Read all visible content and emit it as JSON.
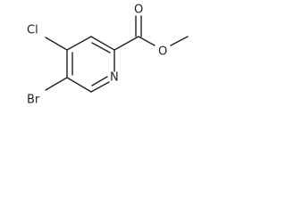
{
  "molecule": {
    "atoms": {
      "chlorine": "Cl",
      "bromine": "Br",
      "nitrogen": "N",
      "carbonyl_oxygen": "O",
      "ester_oxygen": "O"
    },
    "colors": {
      "bond": "#222222",
      "label": "#222222",
      "background": "#ffffff"
    }
  }
}
